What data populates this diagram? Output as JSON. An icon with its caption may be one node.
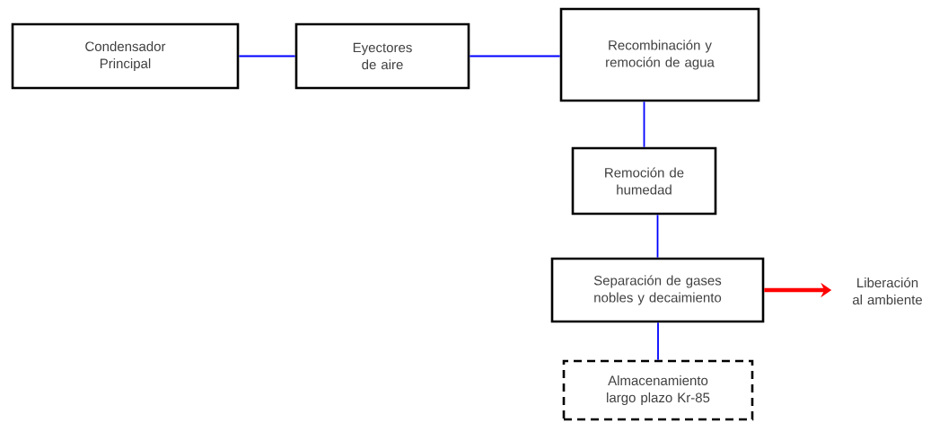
{
  "diagram": {
    "nodes": [
      {
        "text": [
          "Condensador Principal"
        ]
      },
      {
        "text": [
          "Eyectores de aire"
        ]
      },
      {
        "text": [
          "Recombinación y remoción de agua"
        ]
      },
      {
        "text": [
          "Remoción de humedad"
        ]
      },
      {
        "text": [
          "Separación de gases nobles y decaimiento"
        ]
      },
      {
        "text": [
          "Liberación al ambiente"
        ]
      },
      {
        "text": [
          "Almacenamiento largo plazo Kr-85"
        ]
      }
    ],
    "edges": [
      {
        "from": 0,
        "to": 1,
        "arrow": "none"
      },
      {
        "from": 1,
        "to": 2,
        "arrow": "none"
      },
      {
        "from": 2,
        "to": 3,
        "arrow": "none"
      },
      {
        "from": 3,
        "to": 4,
        "arrow": "none"
      },
      {
        "from": 4,
        "to": 6,
        "arrow": "none"
      },
      {
        "from": 4,
        "to": 5,
        "arrow": "to",
        "style": "thick",
        "color": "#ff0000"
      }
    ]
  }
}
